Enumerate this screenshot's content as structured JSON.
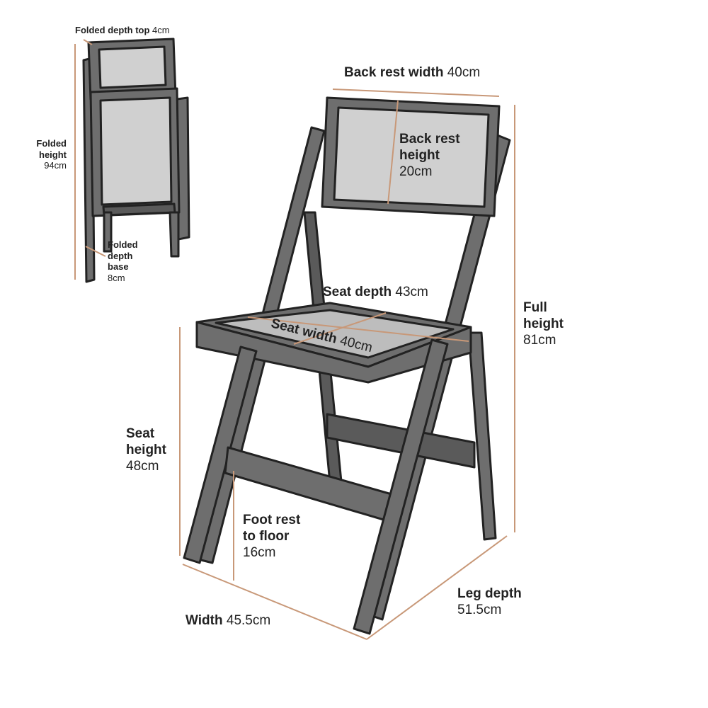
{
  "colors": {
    "frame": "#6e6e6e",
    "frame_dark": "#5a5a5a",
    "outline": "#222222",
    "panel": "#d0d0d0",
    "seat_panel": "#bdbdbd",
    "measure_line": "#c89878"
  },
  "labels": {
    "folded_depth_top": {
      "name": "Folded depth top",
      "value": "4cm"
    },
    "folded_height": {
      "line1": "Folded",
      "line2": "height",
      "value": "94cm"
    },
    "folded_depth_base": {
      "line1": "Folded",
      "line2": "depth",
      "line3": "base",
      "value": "8cm"
    },
    "back_rest_width": {
      "name": "Back rest width",
      "value": "40cm"
    },
    "back_rest_height": {
      "line1": "Back rest",
      "line2": "height",
      "value": "20cm"
    },
    "seat_depth": {
      "name": "Seat depth",
      "value": "43cm"
    },
    "seat_width": {
      "name": "Seat width",
      "value": "40cm"
    },
    "full_height": {
      "line1": "Full",
      "line2": "height",
      "value": "81cm"
    },
    "seat_height": {
      "line1": "Seat",
      "line2": "height",
      "value": "48cm"
    },
    "foot_rest": {
      "line1": "Foot rest",
      "line2": "to floor",
      "value": "16cm"
    },
    "width": {
      "name": "Width",
      "value": "45.5cm"
    },
    "leg_depth": {
      "name": "Leg depth",
      "value": "51.5cm"
    }
  }
}
